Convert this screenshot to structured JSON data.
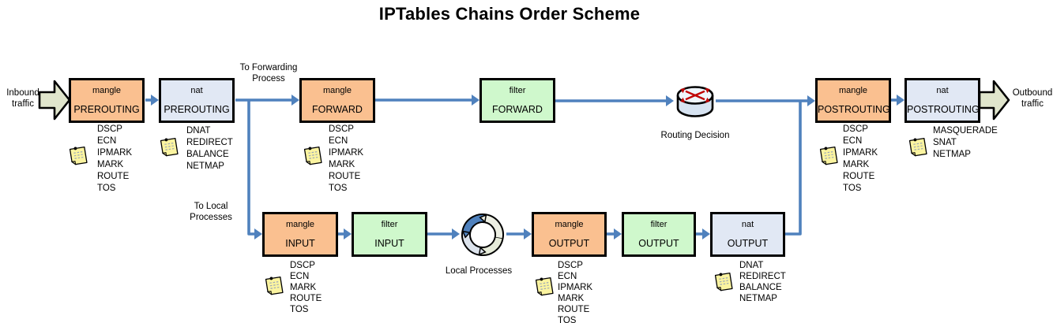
{
  "title": "IPTables Chains Order Scheme",
  "endpoints": {
    "inbound": "Inbound\ntraffic",
    "outbound": "Outbound\ntraffic"
  },
  "flow_labels": {
    "to_forwarding": "To Forwarding\nProcess",
    "to_local": "To Local\nProcesses",
    "routing_decision": "Routing Decision",
    "local_processes": "Local Processes"
  },
  "boxes": {
    "mangle_prerouting": {
      "table": "mangle",
      "chain": "PREROUTING",
      "targets": "DSCP\nECN\nIPMARK\nMARK\nROUTE\nTOS"
    },
    "nat_prerouting": {
      "table": "nat",
      "chain": "PREROUTING",
      "targets": "DNAT\nREDIRECT\nBALANCE\nNETMAP"
    },
    "mangle_forward": {
      "table": "mangle",
      "chain": "FORWARD",
      "targets": "DSCP\nECN\nIPMARK\nMARK\nROUTE\nTOS"
    },
    "filter_forward": {
      "table": "filter",
      "chain": "FORWARD"
    },
    "mangle_postrouting": {
      "table": "mangle",
      "chain": "POSTROUTING",
      "targets": "DSCP\nECN\nIPMARK\nMARK\nROUTE\nTOS"
    },
    "nat_postrouting": {
      "table": "nat",
      "chain": "POSTROUTING",
      "targets": "MASQUERADE\nSNAT\nNETMAP"
    },
    "mangle_input": {
      "table": "mangle",
      "chain": "INPUT",
      "targets": "DSCP\nECN\nMARK\nROUTE\nTOS"
    },
    "filter_input": {
      "table": "filter",
      "chain": "INPUT"
    },
    "mangle_output": {
      "table": "mangle",
      "chain": "OUTPUT",
      "targets": "DSCP\nECN\nIPMARK\nMARK\nROUTE\nTOS"
    },
    "filter_output": {
      "table": "filter",
      "chain": "OUTPUT"
    },
    "nat_output": {
      "table": "nat",
      "chain": "OUTPUT",
      "targets": "DNAT\nREDIRECT\nBALANCE\nNETMAP"
    }
  },
  "icons": {
    "router": "routing-decision-router-icon",
    "cycle": "local-processes-cycle-icon",
    "note": "sticky-note-icon",
    "inbound_arrow": "inbound-traffic-arrow",
    "outbound_arrow": "outbound-traffic-arrow"
  },
  "colors": {
    "mangle_fill": "#FAC090",
    "filter_fill": "#CFF8CC",
    "nat_fill": "#E1E8F4",
    "arrow_blue": "#4F81BD",
    "traffic_arrow_fill": "#E0E5CC",
    "note_fill": "#FBF4A0",
    "router_red": "#C00000"
  }
}
